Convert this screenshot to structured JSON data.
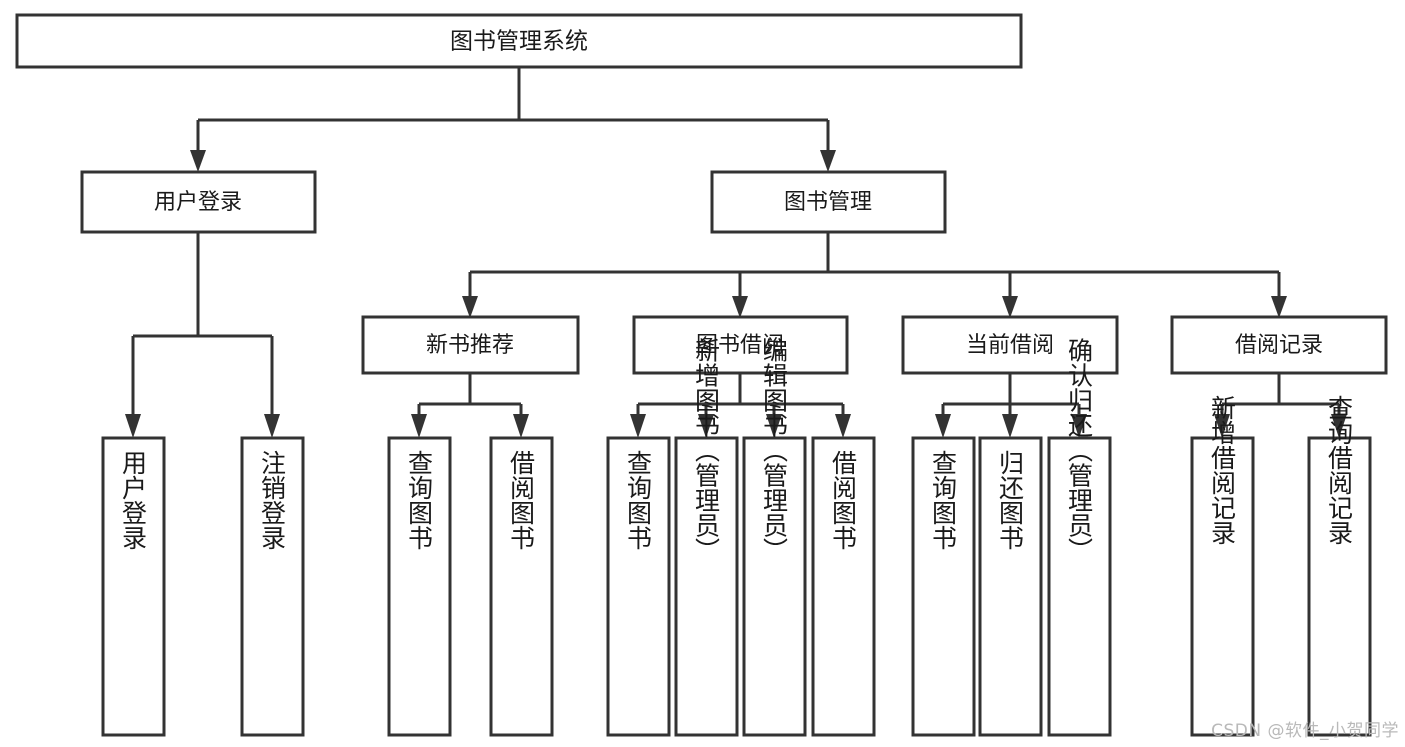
{
  "diagram": {
    "title": "图书管理系统",
    "watermark": "CSDN @软件_小贺同学",
    "nodes": {
      "root": {
        "label": "图书管理系统"
      },
      "level1": [
        {
          "id": "user-login",
          "label": "用户登录"
        },
        {
          "id": "book-manage",
          "label": "图书管理"
        }
      ],
      "level2": [
        {
          "id": "new-book-recommend",
          "label": "新书推荐"
        },
        {
          "id": "book-borrow",
          "label": "图书借阅"
        },
        {
          "id": "current-borrow",
          "label": "当前借阅"
        },
        {
          "id": "borrow-record",
          "label": "借阅记录"
        }
      ],
      "leaves": {
        "user-login": [
          {
            "id": "leaf-user-login",
            "label": "用户登录"
          },
          {
            "id": "leaf-logout-login",
            "label": "注销登录"
          }
        ],
        "new-book-recommend": [
          {
            "id": "leaf-query-book-1",
            "label": "查询图书"
          },
          {
            "id": "leaf-borrow-book-1",
            "label": "借阅图书"
          }
        ],
        "book-borrow": [
          {
            "id": "leaf-query-book-2",
            "label": "查询图书"
          },
          {
            "id": "leaf-add-book",
            "label": "新增图书（管理员）"
          },
          {
            "id": "leaf-edit-book",
            "label": "编辑图书（管理员）"
          },
          {
            "id": "leaf-borrow-book-2",
            "label": "借阅图书"
          }
        ],
        "current-borrow": [
          {
            "id": "leaf-query-book-3",
            "label": "查询图书"
          },
          {
            "id": "leaf-return-book",
            "label": "归还图书"
          },
          {
            "id": "leaf-confirm-return",
            "label": "确认归还（管理员）"
          }
        ],
        "borrow-record": [
          {
            "id": "leaf-add-record",
            "label": "新增借阅记录"
          },
          {
            "id": "leaf-query-record",
            "label": "查询借阅记录"
          }
        ]
      }
    },
    "colors": {
      "stroke": "#333333",
      "fill": "#ffffff",
      "text": "#1a1a1a",
      "watermark": "#b9b9b9"
    }
  }
}
